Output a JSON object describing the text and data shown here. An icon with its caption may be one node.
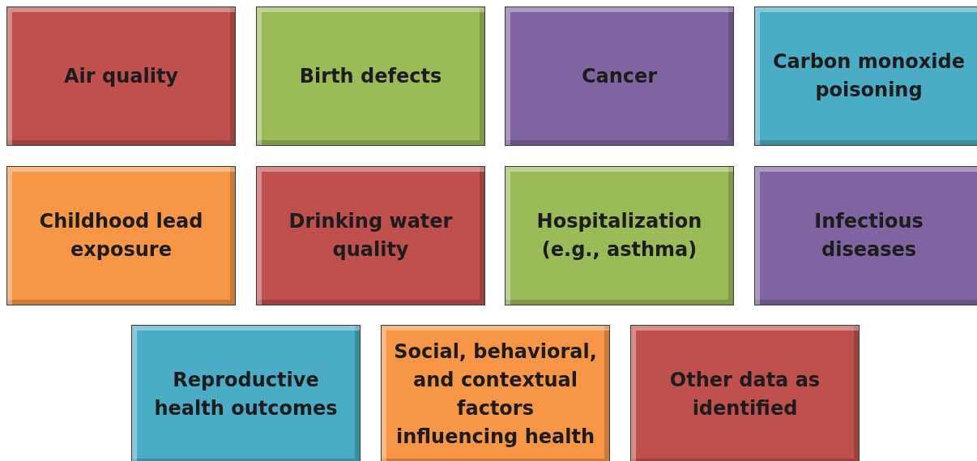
{
  "diagram": {
    "nodes": [
      {
        "text": [
          "Air quality"
        ]
      },
      {
        "text": [
          "Birth defects"
        ]
      },
      {
        "text": [
          "Cancer"
        ]
      },
      {
        "text": [
          "Carbon monoxide poisoning"
        ]
      },
      {
        "text": [
          "Childhood lead exposure"
        ]
      },
      {
        "text": [
          "Drinking water quality"
        ]
      },
      {
        "text": [
          "Hospitalization (e.g., asthma)"
        ]
      },
      {
        "text": [
          "Infectious diseases"
        ]
      },
      {
        "text": [
          "Reproductive health outcomes"
        ]
      },
      {
        "text": [
          "Social, behavioral, and contextual factors influencing health"
        ]
      },
      {
        "text": [
          "Other data as identified"
        ]
      }
    ]
  }
}
